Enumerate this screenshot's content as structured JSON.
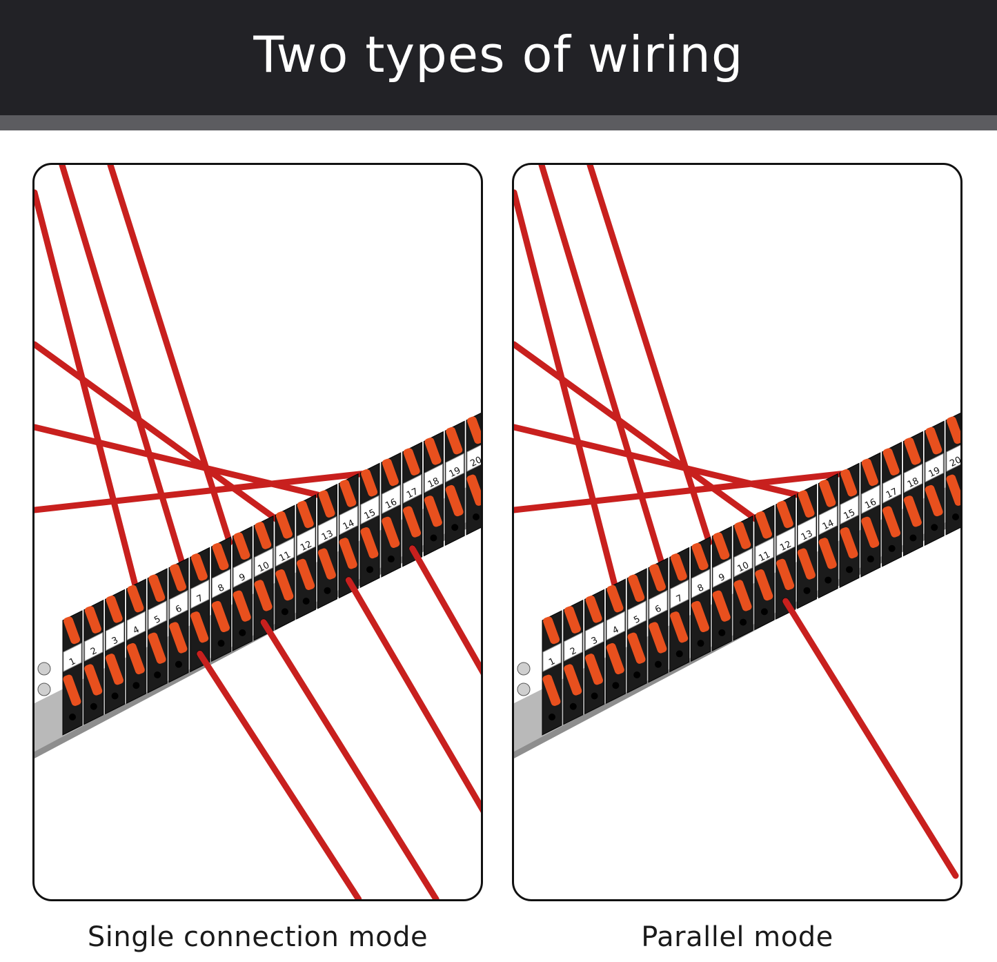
{
  "header": {
    "title": "Two types of wiring",
    "background_color": "#222226",
    "stripe_color": "#5c5c60"
  },
  "panels": [
    {
      "id": "single",
      "caption": "Single connection mode",
      "lower_wires": 4
    },
    {
      "id": "parallel",
      "caption": "Parallel mode",
      "lower_wires": 1
    }
  ],
  "terminal_labels": [
    "1",
    "2",
    "3",
    "4",
    "5",
    "6",
    "7",
    "8",
    "9",
    "10",
    "11",
    "12",
    "13",
    "14",
    "15",
    "16",
    "17",
    "18",
    "19",
    "20"
  ],
  "colors": {
    "wire": "#c8201e",
    "lever": "#e8501e",
    "block": "#1b1b1b",
    "marker": "#ffffff",
    "rail": "#b9b9b9"
  }
}
